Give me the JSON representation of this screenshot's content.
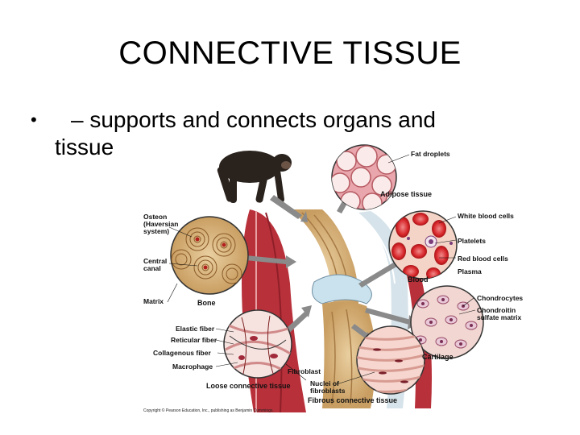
{
  "slide": {
    "title": "CONNECTIVE TISSUE",
    "bullet_symbol": "•",
    "bullet_line1": "– supports and connects organs and",
    "bullet_line2": "tissue"
  },
  "figure": {
    "labels": {
      "fat_droplets": "Fat droplets",
      "adipose": "Adipose tissue",
      "wbc": "White blood cells",
      "platelets": "Platelets",
      "rbc": "Red blood cells",
      "plasma": "Plasma",
      "blood": "Blood",
      "chondrocytes": "Chondrocytes",
      "chondroitin1": "Chondroitin",
      "chondroitin2": "sulfate matrix",
      "cartilage": "Cartilage",
      "osteon1": "Osteon",
      "osteon2": "(Haversian",
      "osteon3": "system)",
      "central1": "Central",
      "central2": "canal",
      "matrix": "Matrix",
      "bone": "Bone",
      "elastic": "Elastic fiber",
      "reticular": "Reticular fiber",
      "collagenous": "Collagenous fiber",
      "macrophage": "Macrophage",
      "fibroblast": "Fibroblast",
      "loose": "Loose connective tissue",
      "nuclei1": "Nuclei of",
      "nuclei2": "fibroblasts",
      "fibrous": "Fibrous connective tissue",
      "copyright": "Copyright © Pearson Education, Inc., publishing as Benjamin Cummings."
    },
    "colors": {
      "bone": "#d9b98a",
      "blood_red": "#d8282c",
      "muscle": "#c9484c",
      "cartilage_bg": "#f0d7d2",
      "adipose_pink": "#e6a0a6",
      "arrow_gray": "#8a8a8a"
    }
  }
}
